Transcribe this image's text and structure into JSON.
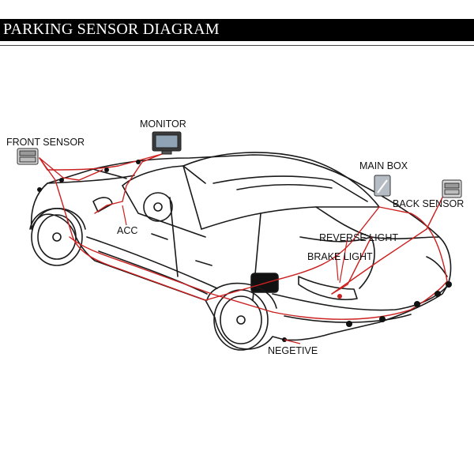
{
  "header": {
    "title": "PARKING SENSOR DIAGRAM"
  },
  "labels": {
    "front_sensor": "FRONT SENSOR",
    "monitor": "MONITOR",
    "acc": "ACC",
    "main_box": "MAIN BOX",
    "back_sensor": "BACK SENSOR",
    "reverse_light": "REVERSE LIGHT",
    "brake_light": "BRAKE LIGHT",
    "negetive": "NEGETIVE"
  },
  "colors": {
    "wire": "#cc1f1f",
    "title_bg": "#000000",
    "title_fg": "#ffffff",
    "line": "#1a1a1a"
  }
}
